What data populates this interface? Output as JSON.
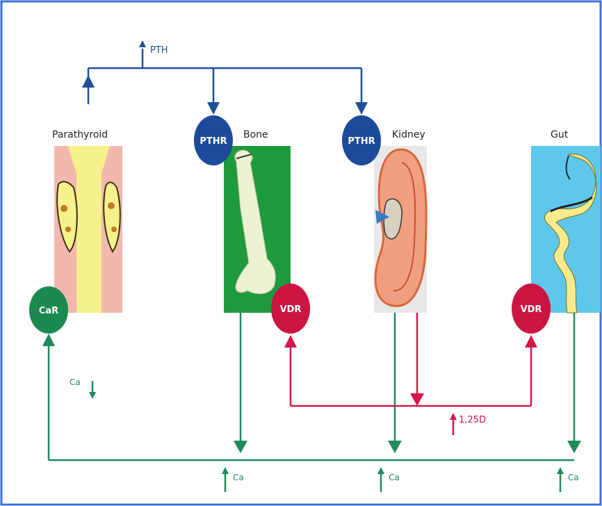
{
  "organs": {
    "parathyroid": "Parathyroid",
    "bone": "Bone",
    "kidney": "Kidney",
    "gut": "Gut"
  },
  "receptors": {
    "car": "CaR",
    "pthr_bone": "PTHR",
    "pthr_kidney": "PTHR",
    "vdr_bone": "VDR",
    "vdr_gut": "VDR"
  },
  "signals": {
    "pth": "PTH",
    "vitd": "1,25D",
    "ca_low": "Ca",
    "ca_bone": "Ca",
    "ca_kidney": "Ca",
    "ca_gut": "Ca"
  },
  "colors": {
    "border": "#3b6fd8",
    "pth_path": "#1f4e9a",
    "ca_path": "#1e8a5a",
    "vitd_path": "#d3174a",
    "receptor_blue": "#1c4b9c",
    "receptor_green": "#1a8a4e",
    "receptor_red": "#cc1440"
  }
}
